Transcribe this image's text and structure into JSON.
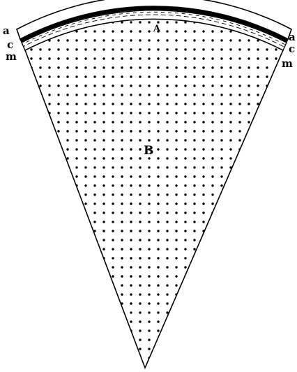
{
  "labels": {
    "a_left": "a",
    "c_left": "c",
    "m_left": "m",
    "a_right": "a",
    "c_right": "c",
    "m_right": "m",
    "A": "A",
    "B": "B"
  },
  "colors": {
    "ink": "#000000",
    "paper": "#ffffff"
  }
}
